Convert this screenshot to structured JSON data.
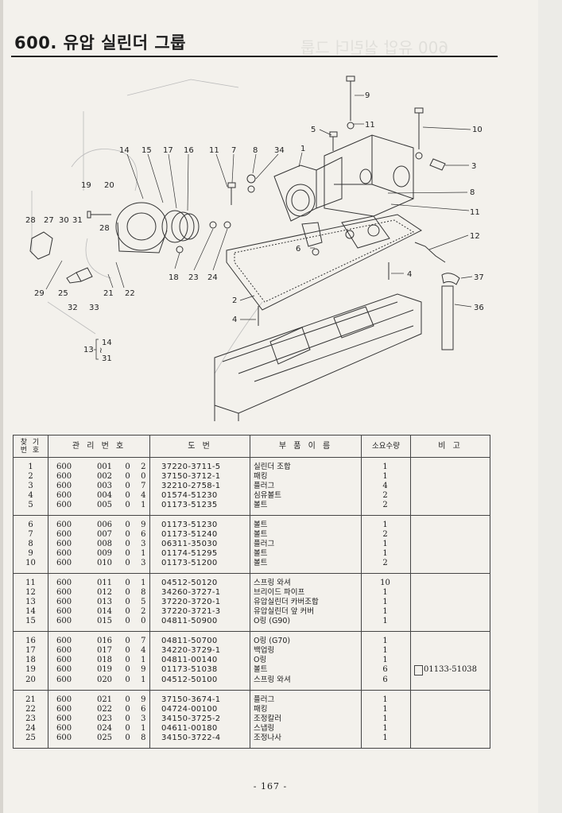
{
  "page": {
    "title": "600. 유압 실린더 그룹",
    "ghost_title": "600 유압 실린더 그룹",
    "page_number": "- 167 -"
  },
  "diagram": {
    "callouts": [
      {
        "id": "c9",
        "label": "9"
      },
      {
        "id": "c11a",
        "label": "11"
      },
      {
        "id": "c5",
        "label": "5"
      },
      {
        "id": "c10",
        "label": "10"
      },
      {
        "id": "c14",
        "label": "14"
      },
      {
        "id": "c15",
        "label": "15"
      },
      {
        "id": "c17",
        "label": "17"
      },
      {
        "id": "c16",
        "label": "16"
      },
      {
        "id": "c11b",
        "label": "11"
      },
      {
        "id": "c7",
        "label": "7"
      },
      {
        "id": "c8a",
        "label": "8"
      },
      {
        "id": "c34",
        "label": "34"
      },
      {
        "id": "c1",
        "label": "1"
      },
      {
        "id": "c3",
        "label": "3"
      },
      {
        "id": "c19",
        "label": "19"
      },
      {
        "id": "c20",
        "label": "20"
      },
      {
        "id": "c8b",
        "label": "8"
      },
      {
        "id": "c11c",
        "label": "11"
      },
      {
        "id": "c28a",
        "label": "28"
      },
      {
        "id": "c27",
        "label": "27"
      },
      {
        "id": "c30",
        "label": "30"
      },
      {
        "id": "c31",
        "label": "31"
      },
      {
        "id": "c28b",
        "label": "28"
      },
      {
        "id": "c12",
        "label": "12"
      },
      {
        "id": "c6",
        "label": "6"
      },
      {
        "id": "c4a",
        "label": "4"
      },
      {
        "id": "c37",
        "label": "37"
      },
      {
        "id": "c29",
        "label": "29"
      },
      {
        "id": "c25",
        "label": "25"
      },
      {
        "id": "c21",
        "label": "21"
      },
      {
        "id": "c22",
        "label": "22"
      },
      {
        "id": "c18",
        "label": "18"
      },
      {
        "id": "c23",
        "label": "23"
      },
      {
        "id": "c24",
        "label": "24"
      },
      {
        "id": "c32",
        "label": "32"
      },
      {
        "id": "c33",
        "label": "33"
      },
      {
        "id": "c2",
        "label": "2"
      },
      {
        "id": "c36",
        "label": "36"
      },
      {
        "id": "c4b",
        "label": "4"
      },
      {
        "id": "c13",
        "label": "13"
      },
      {
        "id": "c14b",
        "label": "14"
      },
      {
        "id": "c31b",
        "label": "31"
      }
    ]
  },
  "table": {
    "headers": {
      "no": "찾기 번호",
      "no_line1": "찾  기",
      "no_line2": "번  호",
      "mgmt": "관 리 번 호",
      "drawing": "도     번",
      "name": "부 품 이 름",
      "qty": "소요수량",
      "remark": "비     고"
    },
    "rows": [
      {
        "no": "1",
        "grp": "600",
        "sub": "001",
        "chk1": "0",
        "chk2": "2",
        "code": "37220-3711-5",
        "name": "실린더 조합",
        "qty": "1",
        "remark": ""
      },
      {
        "no": "2",
        "grp": "600",
        "sub": "002",
        "chk1": "0",
        "chk2": "0",
        "code": "37150-3712-1",
        "name": "패킹",
        "qty": "1",
        "remark": ""
      },
      {
        "no": "3",
        "grp": "600",
        "sub": "003",
        "chk1": "0",
        "chk2": "7",
        "code": "32210-2758-1",
        "name": "플러그",
        "qty": "4",
        "remark": ""
      },
      {
        "no": "4",
        "grp": "600",
        "sub": "004",
        "chk1": "0",
        "chk2": "4",
        "code": "01574-51230",
        "name": "심유볼트",
        "qty": "2",
        "remark": ""
      },
      {
        "no": "5",
        "grp": "600",
        "sub": "005",
        "chk1": "0",
        "chk2": "1",
        "code": "01173-51235",
        "name": "볼트",
        "qty": "2",
        "remark": ""
      },
      {
        "no": "6",
        "grp": "600",
        "sub": "006",
        "chk1": "0",
        "chk2": "9",
        "code": "01173-51230",
        "name": "볼트",
        "qty": "1",
        "remark": ""
      },
      {
        "no": "7",
        "grp": "600",
        "sub": "007",
        "chk1": "0",
        "chk2": "6",
        "code": "01173-51240",
        "name": "볼트",
        "qty": "2",
        "remark": ""
      },
      {
        "no": "8",
        "grp": "600",
        "sub": "008",
        "chk1": "0",
        "chk2": "3",
        "code": "06311-35030",
        "name": "플러그",
        "qty": "1",
        "remark": ""
      },
      {
        "no": "9",
        "grp": "600",
        "sub": "009",
        "chk1": "0",
        "chk2": "1",
        "code": "01174-51295",
        "name": "볼트",
        "qty": "1",
        "remark": ""
      },
      {
        "no": "10",
        "grp": "600",
        "sub": "010",
        "chk1": "0",
        "chk2": "3",
        "code": "01173-51200",
        "name": "볼트",
        "qty": "2",
        "remark": ""
      },
      {
        "no": "11",
        "grp": "600",
        "sub": "011",
        "chk1": "0",
        "chk2": "1",
        "code": "04512-50120",
        "name": "스프링 와셔",
        "qty": "10",
        "remark": ""
      },
      {
        "no": "12",
        "grp": "600",
        "sub": "012",
        "chk1": "0",
        "chk2": "8",
        "code": "34260-3727-1",
        "name": "브리이드 파이프",
        "qty": "1",
        "remark": ""
      },
      {
        "no": "13",
        "grp": "600",
        "sub": "013",
        "chk1": "0",
        "chk2": "5",
        "code": "37220-3720-1",
        "name": "유압실린더 카버조합",
        "qty": "1",
        "remark": ""
      },
      {
        "no": "14",
        "grp": "600",
        "sub": "014",
        "chk1": "0",
        "chk2": "2",
        "code": "37220-3721-3",
        "name": "유압실린더 앞 커버",
        "qty": "1",
        "remark": ""
      },
      {
        "no": "15",
        "grp": "600",
        "sub": "015",
        "chk1": "0",
        "chk2": "0",
        "code": "04811-50900",
        "name": "O링 (G90)",
        "qty": "1",
        "remark": ""
      },
      {
        "no": "16",
        "grp": "600",
        "sub": "016",
        "chk1": "0",
        "chk2": "7",
        "code": "04811-50700",
        "name": "O링 (G70)",
        "qty": "1",
        "remark": ""
      },
      {
        "no": "17",
        "grp": "600",
        "sub": "017",
        "chk1": "0",
        "chk2": "4",
        "code": "34220-3729-1",
        "name": "백업링",
        "qty": "1",
        "remark": ""
      },
      {
        "no": "18",
        "grp": "600",
        "sub": "018",
        "chk1": "0",
        "chk2": "1",
        "code": "04811-00140",
        "name": "O링",
        "qty": "1",
        "remark": ""
      },
      {
        "no": "19",
        "grp": "600",
        "sub": "019",
        "chk1": "0",
        "chk2": "9",
        "code": "01173-51038",
        "name": "볼트",
        "qty": "6",
        "remark": "01133-51038"
      },
      {
        "no": "20",
        "grp": "600",
        "sub": "020",
        "chk1": "0",
        "chk2": "1",
        "code": "04512-50100",
        "name": "스프링 와셔",
        "qty": "6",
        "remark": ""
      },
      {
        "no": "21",
        "grp": "600",
        "sub": "021",
        "chk1": "0",
        "chk2": "9",
        "code": "37150-3674-1",
        "name": "플러그",
        "qty": "1",
        "remark": ""
      },
      {
        "no": "22",
        "grp": "600",
        "sub": "022",
        "chk1": "0",
        "chk2": "6",
        "code": "04724-00100",
        "name": "패킹",
        "qty": "1",
        "remark": ""
      },
      {
        "no": "23",
        "grp": "600",
        "sub": "023",
        "chk1": "0",
        "chk2": "3",
        "code": "34150-3725-2",
        "name": "조정칼러",
        "qty": "1",
        "remark": ""
      },
      {
        "no": "24",
        "grp": "600",
        "sub": "024",
        "chk1": "0",
        "chk2": "1",
        "code": "04611-00180",
        "name": "스냅링",
        "qty": "1",
        "remark": ""
      },
      {
        "no": "25",
        "grp": "600",
        "sub": "025",
        "chk1": "0",
        "chk2": "8",
        "code": "34150-3722-4",
        "name": "조정나사",
        "qty": "1",
        "remark": ""
      }
    ]
  }
}
